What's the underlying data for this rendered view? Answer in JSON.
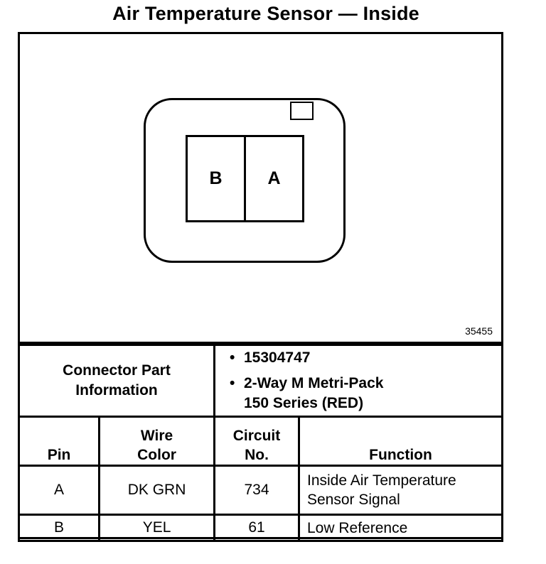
{
  "title": "Air Temperature Sensor — Inside",
  "figure_number": "35455",
  "connector": {
    "pins": [
      "B",
      "A"
    ]
  },
  "connector_part_information": {
    "label_line1": "Connector Part",
    "label_line2": "Information",
    "items": [
      {
        "text": "15304747"
      },
      {
        "text": "2-Way M Metri-Pack",
        "continuation": "150 Series (RED)"
      }
    ]
  },
  "table": {
    "headers": {
      "pin": "Pin",
      "wire_color_1": "Wire",
      "wire_color_2": "Color",
      "circuit_1": "Circuit",
      "circuit_2": "No.",
      "function": "Function"
    },
    "rows": [
      {
        "pin": "A",
        "wire_color": "DK GRN",
        "circuit": "734",
        "function_1": "Inside Air Temperature",
        "function_2": "Sensor Signal"
      },
      {
        "pin": "B",
        "wire_color": "YEL",
        "circuit": "61",
        "function_1": "Low Reference",
        "function_2": ""
      }
    ]
  }
}
